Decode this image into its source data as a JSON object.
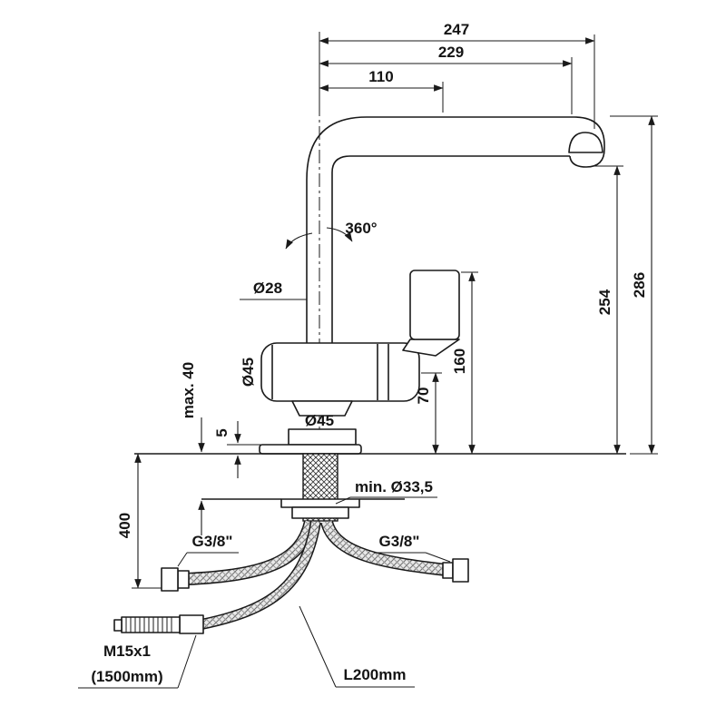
{
  "drawing": {
    "type": "technical-dimension-drawing",
    "subject": "single-lever kitchen mixer tap with pull-out spray hose, side view with installation dimensions",
    "units": "mm",
    "line_color": "#1a1a1a",
    "background": "#ffffff",
    "labels": {
      "width_overall": "247",
      "width_to_head": "229",
      "width_to_handle": "110",
      "swivel": "360°",
      "spout_diameter": "Ø28",
      "body_diameter": "Ø45",
      "base_diameter": "Ø45",
      "max_deck_thickness": "max. 40",
      "base_plate_height": "5",
      "spout_axis_height": "70",
      "handle_height": "160",
      "outlet_height": "254",
      "overall_height": "286",
      "clearance_below": "400",
      "min_hole_diameter": "min. Ø33,5",
      "supply_thread_left": "G3/8\"",
      "supply_thread_right": "G3/8\"",
      "spray_hose_thread": "M15x1",
      "spray_hose_length": "(1500mm)",
      "supply_hose_length": "L200mm"
    }
  }
}
